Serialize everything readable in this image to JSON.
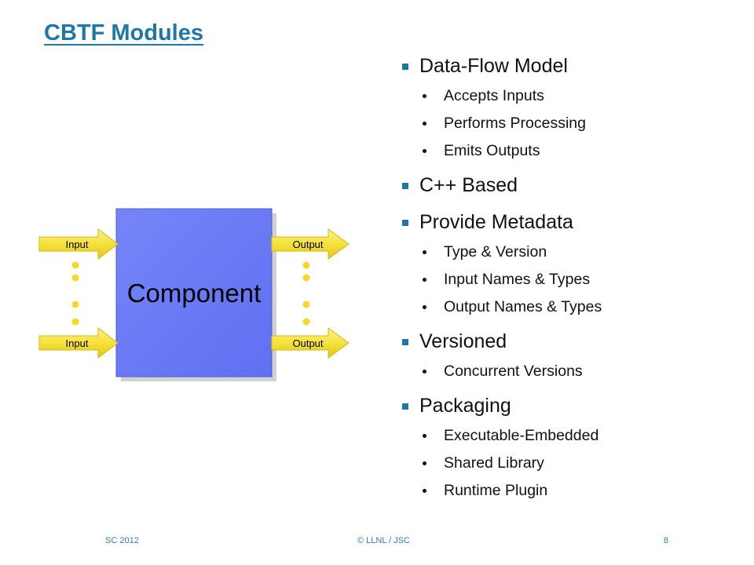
{
  "title": "CBTF Modules",
  "diagram": {
    "component_label": "Component",
    "input_label": "Input",
    "output_label": "Output"
  },
  "bullets": [
    {
      "text": "Data-Flow Model",
      "children": [
        "Accepts Inputs",
        "Performs Processing",
        "Emits Outputs"
      ]
    },
    {
      "text": "C++ Based",
      "children": []
    },
    {
      "text": "Provide Metadata",
      "children": [
        "Type & Version",
        "Input Names & Types",
        "Output Names & Types"
      ]
    },
    {
      "text": "Versioned",
      "children": [
        "Concurrent Versions"
      ]
    },
    {
      "text": "Packaging",
      "children": [
        "Executable-Embedded",
        "Shared Library",
        "Runtime Plugin"
      ]
    }
  ],
  "footer": {
    "left": "SC 2012",
    "center": "© LLNL / JSC",
    "right": "8"
  },
  "colors": {
    "title": "#1f77a8",
    "bullet_marker": "#1f77a8",
    "component_fill": "#6b7cf7",
    "arrow_fill": "#f5e23a",
    "footer_text": "#3a79b0"
  }
}
